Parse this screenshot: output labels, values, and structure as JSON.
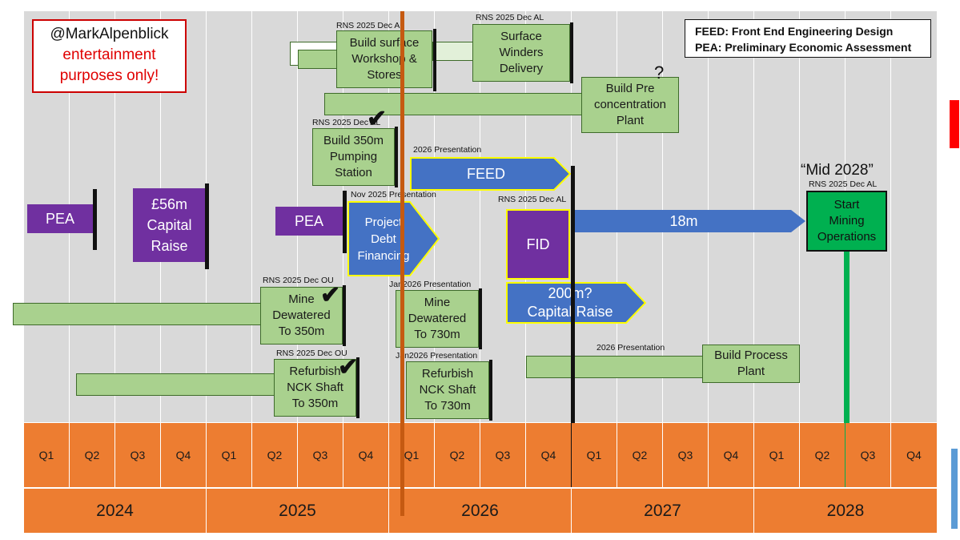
{
  "watermark": {
    "line1": "@MarkAlpenblick",
    "line2": "entertainment",
    "line3": "purposes only!"
  },
  "legend": {
    "line1": "FEED: Front End Engineering Design",
    "line2": "PEA: Preliminary Economic Assessment"
  },
  "quarters": [
    "Q1",
    "Q2",
    "Q3",
    "Q4",
    "Q1",
    "Q2",
    "Q3",
    "Q4",
    "Q1",
    "Q2",
    "Q3",
    "Q4",
    "Q1",
    "Q2",
    "Q3",
    "Q4",
    "Q1",
    "Q2",
    "Q3",
    "Q4"
  ],
  "years": [
    "2024",
    "2025",
    "2026",
    "2027",
    "2028"
  ],
  "boxes": {
    "workshop": "Build surface\nWorkshop &\nStores",
    "winders": "Surface\nWinders\nDelivery",
    "preconc": "Build Pre\nconcentration\nPlant",
    "pumping": "Build 350m\nPumping\nStation",
    "feed": "FEED",
    "pea1": "PEA",
    "raise56": "£56m\nCapital\nRaise",
    "pea2": "PEA",
    "debt": "Project\nDebt\nFinancing",
    "fid": "FID",
    "eighteen": "18m",
    "startmining": "Start\nMining\nOperations",
    "dewater350": "Mine\nDewatered\nTo 350m",
    "dewater730": "Mine\nDewatered\nTo 730m",
    "raise200": "200m?\nCapital Raise",
    "refurb350": "Refurbish\nNCK Shaft\nTo 350m",
    "refurb730": "Refurbish\nNCK Shaft\nTo 730m",
    "process": "Build Process\nPlant"
  },
  "labels": {
    "workshop": "RNS 2025 Dec AL",
    "winders": "RNS 2025 Dec AL",
    "pumping": "RNS 2025 Dec AL",
    "feed": "2026 Presentation",
    "debt": "Nov 2025 Presentation",
    "fid": "RNS 2025 Dec AL",
    "startmining": "RNS 2025 Dec AL",
    "dewater350": "RNS 2025 Dec OU",
    "dewater730": "Jan2026 Presentation",
    "refurb350": "RNS 2025 Dec OU",
    "refurb730": "Jan2026 Presentation",
    "process": "2026 Presentation",
    "mid2028": "“Mid 2028”",
    "question": "?"
  },
  "marks": {
    "check": "✔"
  },
  "colors": {
    "orange": "#ed7d31",
    "green_bar": "#a9d18e",
    "purple": "#7030a0",
    "blue": "#4472c4",
    "start_green": "#00b050",
    "today_line": "#c55a11"
  }
}
